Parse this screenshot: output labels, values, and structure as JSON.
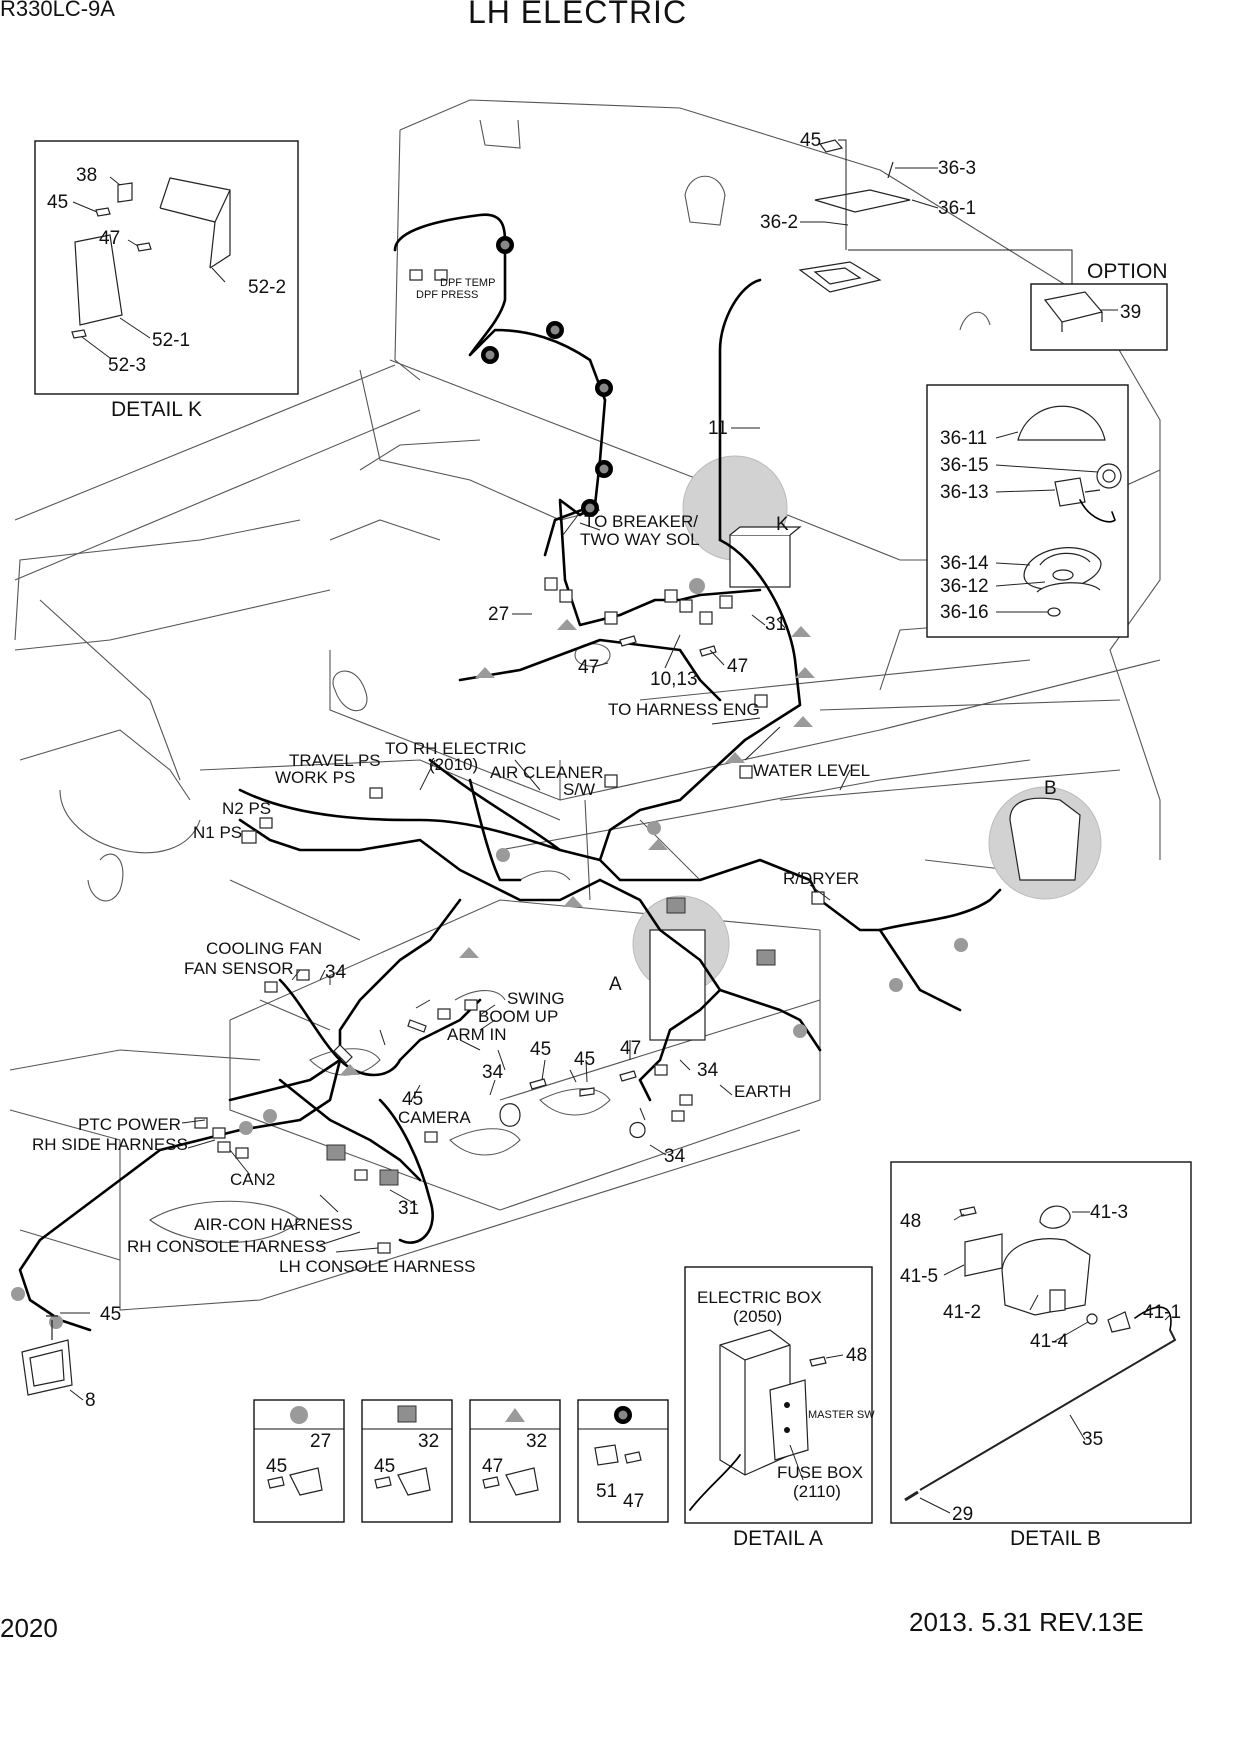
{
  "header": {
    "model": "R330LC-9A",
    "title": "LH ELECTRIC"
  },
  "footer": {
    "page": "2020",
    "revision": "2013. 5.31  REV.13E"
  },
  "details": {
    "k": {
      "title": "DETAIL K",
      "parts": [
        "38",
        "45",
        "47",
        "52-2",
        "52-1",
        "52-3"
      ]
    },
    "a": {
      "title": "DETAIL A",
      "electric_box": "ELECTRIC BOX",
      "electric_box_ref": "(2050)",
      "master_sw": "MASTER SW",
      "fuse_box": "FUSE BOX",
      "fuse_box_ref": "(2110)",
      "part": "48"
    },
    "b": {
      "title": "DETAIL  B",
      "parts": [
        "48",
        "41-3",
        "41-5",
        "41-2",
        "41-4",
        "41-1",
        "35",
        "29"
      ]
    },
    "option": {
      "title": "OPTION",
      "part": "39",
      "parts": [
        "36-11",
        "36-15",
        "36-13",
        "36-14",
        "36-12",
        "36-16"
      ]
    }
  },
  "zones": {
    "k": "K",
    "a": "A",
    "b": "B"
  },
  "callouts": {
    "p45_top": "45",
    "p36_3": "36-3",
    "p36_1": "36-1",
    "p36_2": "36-2",
    "p11": "11",
    "p27": "27",
    "p47_a": "47",
    "p10_13": "10,13",
    "p47_b": "47",
    "p31_a": "31",
    "p34_a": "34",
    "p45_a": "45",
    "p34_b": "34",
    "p45_b": "45",
    "p45_c": "45",
    "p47_c": "47",
    "p34_c": "34",
    "p34_d": "34",
    "p31_b": "31",
    "p45_d": "45",
    "p8": "8"
  },
  "labels": {
    "dpf_temp": "DPF TEMP",
    "dpf_press": "DPF PRESS",
    "to_breaker": "TO BREAKER/",
    "two_way_sol": "TWO WAY SOL",
    "to_harness_eng": "TO HARNESS ENG",
    "to_rh_electric": "TO RH ELECTRIC",
    "rh_ref": "(2010)",
    "travel_ps": "TRAVEL PS",
    "work_ps": "WORK PS",
    "air_cleaner": "AIR CLEANER",
    "sw": "S/W",
    "water_level": "WATER LEVEL",
    "n2_ps": "N2 PS",
    "n1_ps": "N1 PS",
    "r_dryer": "R/DRYER",
    "cooling_fan": "COOLING FAN",
    "fan_sensor": "FAN SENSOR",
    "swing": "SWING",
    "boom_up": "BOOM UP",
    "arm_in": "ARM IN",
    "earth": "EARTH",
    "camera": "CAMERA",
    "ptc_power": "PTC POWER",
    "rh_side_harness": "RH SIDE HARNESS",
    "can2": "CAN2",
    "air_con_harness": "AIR-CON HARNESS",
    "rh_console_harness": "RH CONSOLE HARNESS",
    "lh_console_harness": "LH CONSOLE HARNESS"
  },
  "legend": [
    {
      "symbol": "circle",
      "parts": [
        "45",
        "27"
      ]
    },
    {
      "symbol": "square",
      "parts": [
        "45",
        "32"
      ]
    },
    {
      "symbol": "triangle",
      "parts": [
        "47",
        "32"
      ]
    },
    {
      "symbol": "dot",
      "parts": [
        "51",
        "47"
      ]
    }
  ]
}
